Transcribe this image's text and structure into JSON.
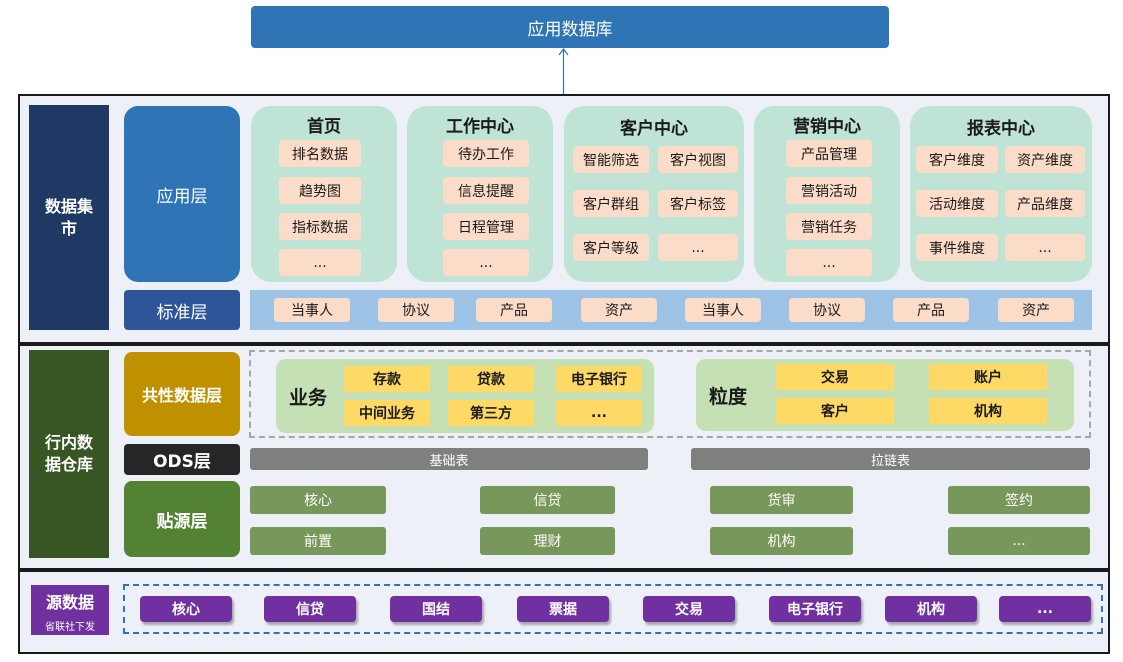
{
  "top": {
    "title": "应用数据库"
  },
  "mart": {
    "label": "数据集市",
    "app_layer": "应用层",
    "std_layer": "标准层",
    "modules": [
      {
        "title": "首页",
        "items": [
          "排名数据",
          "趋势图",
          "指标数据",
          "..."
        ]
      },
      {
        "title": "工作中心",
        "items": [
          "待办工作",
          "信息提醒",
          "日程管理",
          "..."
        ]
      },
      {
        "title": "客户中心",
        "items": [
          "智能筛选",
          "客户视图",
          "客户群组",
          "客户标签",
          "客户等级",
          "..."
        ]
      },
      {
        "title": "营销中心",
        "items": [
          "产品管理",
          "营销活动",
          "营销任务",
          "..."
        ]
      },
      {
        "title": "报表中心",
        "items": [
          "客户维度",
          "资产维度",
          "活动维度",
          "产品维度",
          "事件维度",
          "..."
        ]
      }
    ],
    "std_items": [
      "当事人",
      "协议",
      "产品",
      "资产",
      "当事人",
      "协议",
      "产品",
      "资产"
    ]
  },
  "dw": {
    "label": "行内数据仓库",
    "common_layer": "共性数据层",
    "ods_layer": "ODS层",
    "src_layer": "贴源层",
    "business": {
      "title": "业务",
      "items": [
        "存款",
        "贷款",
        "电子银行",
        "中间业务",
        "第三方",
        "..."
      ]
    },
    "granularity": {
      "title": "粒度",
      "items": [
        "交易",
        "账户",
        "客户",
        "机构"
      ]
    },
    "ods_items": [
      "基础表",
      "拉链表"
    ],
    "src_items": [
      "核心",
      "信贷",
      "货审",
      "签约",
      "前置",
      "理财",
      "机构",
      "..."
    ]
  },
  "source": {
    "label": "源数据",
    "sublabel": "省联社下发",
    "items": [
      "核心",
      "信贷",
      "国结",
      "票据",
      "交易",
      "电子银行",
      "机构",
      "..."
    ]
  },
  "colors": {
    "mart_label_bg": "#1f3864",
    "app_layer_bg": "#2f75b5",
    "std_layer_bg": "#2e5597",
    "dw_label_bg": "#375623",
    "common_layer_bg": "#bf9000",
    "ods_layer_bg": "#262626",
    "src_layer_bg": "#548235",
    "source_label_bg": "#7030a0"
  }
}
